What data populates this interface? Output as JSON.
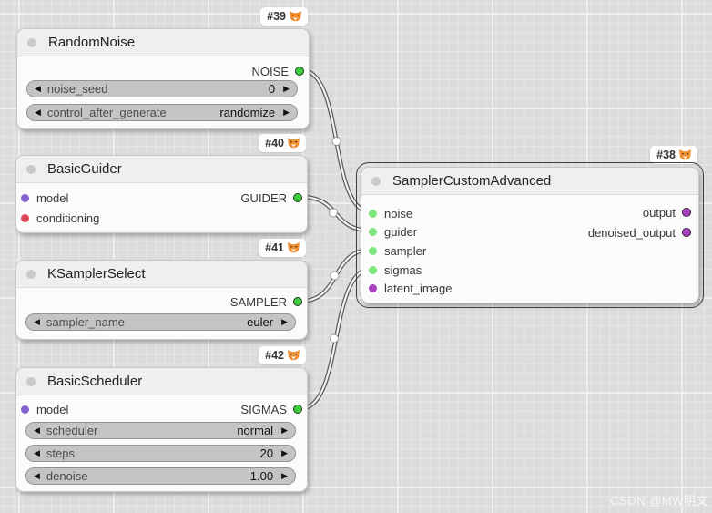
{
  "app": {
    "name": "ComfyUI node graph"
  },
  "watermark": "CSDN @MW明文",
  "colors": {
    "background": "#dcdcdc",
    "node_body": "#fbfbfb",
    "node_titlebar": "#efefef",
    "widget_bg": "#c4c4c4",
    "slot_green": "#3ecc3e",
    "slot_green_light": "#7de67d",
    "slot_purple": "#8a63d2",
    "slot_red": "#e0485a",
    "slot_magenta": "#a840c2",
    "link_outer": "#585858",
    "link_inner": "#f2f2f2",
    "badge_fox_orange": "#ef8e31"
  },
  "nodes": [
    {
      "badge": "#39",
      "title": "RandomNoise",
      "outputs": [
        {
          "label": "NOISE",
          "color": "#3ecc3e"
        }
      ],
      "widgets": [
        {
          "label": "noise_seed",
          "value": "0"
        },
        {
          "label": "control_after_generate",
          "value": "randomize"
        }
      ]
    },
    {
      "badge": "#40",
      "title": "BasicGuider",
      "inputs": [
        {
          "label": "model",
          "color": "#8a63d2"
        },
        {
          "label": "conditioning",
          "color": "#e0485a"
        }
      ],
      "outputs": [
        {
          "label": "GUIDER",
          "color": "#3ecc3e"
        }
      ]
    },
    {
      "badge": "#41",
      "title": "KSamplerSelect",
      "outputs": [
        {
          "label": "SAMPLER",
          "color": "#3ecc3e"
        }
      ],
      "widgets": [
        {
          "label": "sampler_name",
          "value": "euler"
        }
      ]
    },
    {
      "badge": "#42",
      "title": "BasicScheduler",
      "inputs": [
        {
          "label": "model",
          "color": "#8a63d2"
        }
      ],
      "outputs": [
        {
          "label": "SIGMAS",
          "color": "#3ecc3e"
        }
      ],
      "widgets": [
        {
          "label": "scheduler",
          "value": "normal"
        },
        {
          "label": "steps",
          "value": "20"
        },
        {
          "label": "denoise",
          "value": "1.00"
        }
      ]
    },
    {
      "badge": "#38",
      "title": "SamplerCustomAdvanced",
      "selected": true,
      "inputs": [
        {
          "label": "noise",
          "color": "#7de67d"
        },
        {
          "label": "guider",
          "color": "#7de67d"
        },
        {
          "label": "sampler",
          "color": "#7de67d"
        },
        {
          "label": "sigmas",
          "color": "#7de67d"
        },
        {
          "label": "latent_image",
          "color": "#a840c2"
        }
      ],
      "outputs": [
        {
          "label": "output",
          "color": "#a840c2"
        },
        {
          "label": "denoised_output",
          "color": "#a840c2"
        }
      ]
    }
  ],
  "links": [
    {
      "from_node": "RandomNoise",
      "from_slot": "NOISE",
      "to_node": "SamplerCustomAdvanced",
      "to_slot": "noise"
    },
    {
      "from_node": "BasicGuider",
      "from_slot": "GUIDER",
      "to_node": "SamplerCustomAdvanced",
      "to_slot": "guider"
    },
    {
      "from_node": "KSamplerSelect",
      "from_slot": "SAMPLER",
      "to_node": "SamplerCustomAdvanced",
      "to_slot": "sampler"
    },
    {
      "from_node": "BasicScheduler",
      "from_slot": "SIGMAS",
      "to_node": "SamplerCustomAdvanced",
      "to_slot": "sigmas"
    }
  ]
}
